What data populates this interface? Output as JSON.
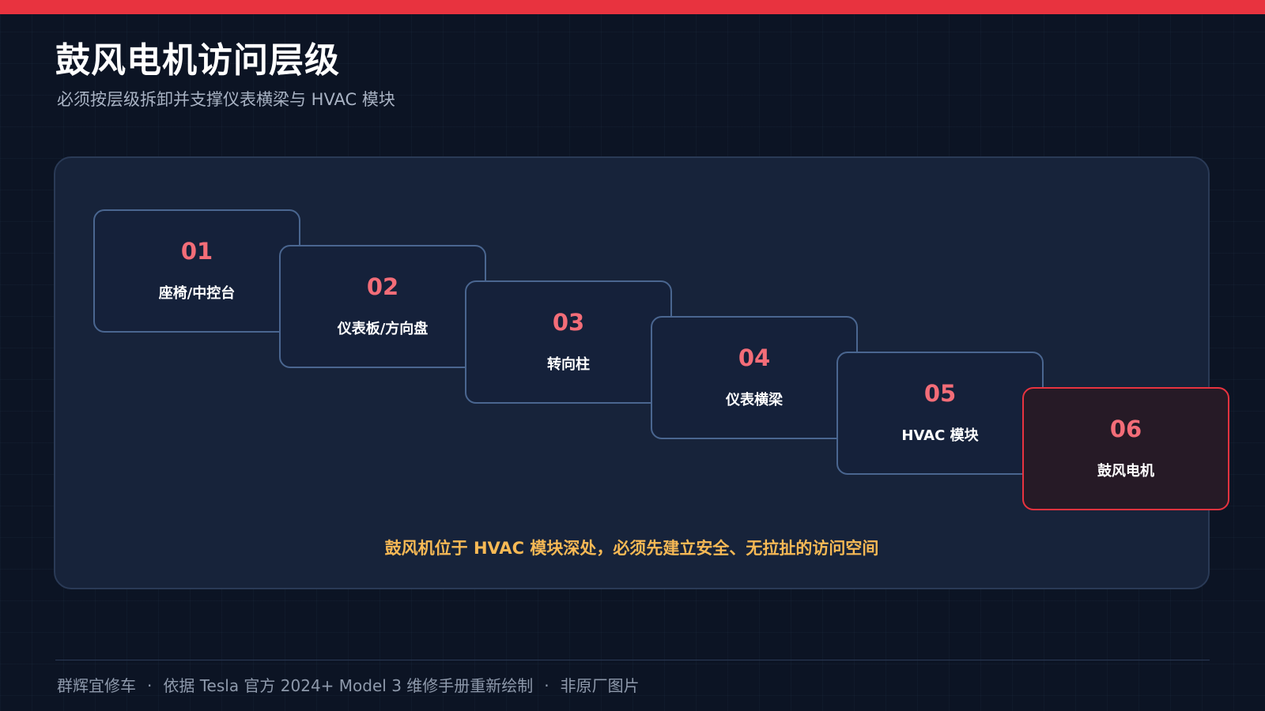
{
  "header": {
    "title": "鼓风电机访问层级",
    "subtitle": "必须按层级拆卸并支撑仪表横梁与 HVAC 模块"
  },
  "steps": [
    {
      "number": "01",
      "label": "座椅/中控台"
    },
    {
      "number": "02",
      "label": "仪表板/方向盘"
    },
    {
      "number": "03",
      "label": "转向柱"
    },
    {
      "number": "04",
      "label": "仪表横梁"
    },
    {
      "number": "05",
      "label": "HVAC 模块"
    },
    {
      "number": "06",
      "label": "鼓风电机"
    }
  ],
  "note": "鼓风机位于 HVAC 模块深处，必须先建立安全、无拉扯的访问空间",
  "footer": {
    "brand": "群辉宜修车",
    "source": "依据 Tesla 官方 2024+ Model 3 维修手册重新绘制",
    "disclaimer": "非原厂图片",
    "separator": "·"
  },
  "colors": {
    "accent": "#e8333f",
    "number": "#f36d78",
    "note": "#f7b955",
    "background": "#0c1424",
    "panel": "#17233a"
  }
}
